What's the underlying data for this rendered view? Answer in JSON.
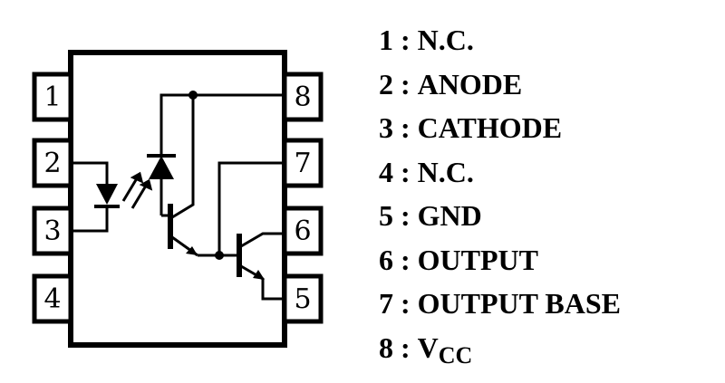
{
  "pins_left": [
    "1",
    "2",
    "3",
    "4"
  ],
  "pins_right": [
    "8",
    "7",
    "6",
    "5"
  ],
  "legend": [
    {
      "num": "1",
      "sep": ":",
      "label": "N.C.",
      "sub": ""
    },
    {
      "num": "2",
      "sep": ":",
      "label": "ANODE",
      "sub": ""
    },
    {
      "num": "3",
      "sep": ":",
      "label": "CATHODE",
      "sub": ""
    },
    {
      "num": "4",
      "sep": ":",
      "label": "N.C.",
      "sub": ""
    },
    {
      "num": "5",
      "sep": ":",
      "label": "GND",
      "sub": ""
    },
    {
      "num": "6",
      "sep": ":",
      "label": "OUTPUT",
      "sub": ""
    },
    {
      "num": "7",
      "sep": ":",
      "label": "OUTPUT BASE",
      "sub": ""
    },
    {
      "num": "8",
      "sep": ":",
      "label": "V",
      "sub": "CC"
    }
  ]
}
